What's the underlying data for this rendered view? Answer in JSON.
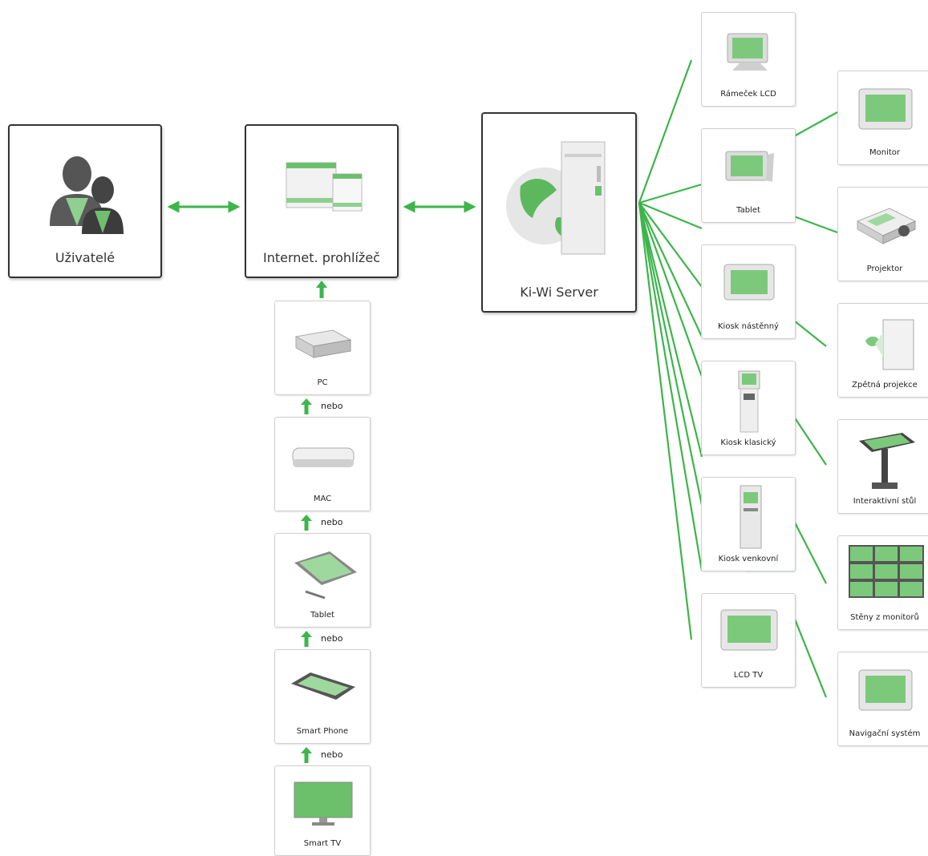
{
  "colors": {
    "accent": "#3cb54a",
    "box_border": "#333333"
  },
  "main": {
    "users": "Uživatelé",
    "browser": "Internet. prohlížeč",
    "server": "Ki-Wi Server"
  },
  "clients": {
    "pc": "PC",
    "mac": "MAC",
    "tablet": "Tablet",
    "phone": "Smart Phone",
    "tv": "Smart TV",
    "or": "nebo"
  },
  "outputs_col1": {
    "lcd_frame": "Rámeček LCD",
    "tablet": "Tablet",
    "kiosk_wall": "Kiosk nástěnný",
    "kiosk_classic": "Kiosk klasický",
    "kiosk_outdoor": "Kiosk venkovní",
    "lcd_tv": "LCD TV"
  },
  "outputs_col2": {
    "monitor": "Monitor",
    "projector": "Projektor",
    "rear_projection": "Zpětná projekce",
    "interactive_table": "Interaktivní stůl",
    "video_wall": "Stěny z monitorů",
    "navigation": "Navigační systém"
  }
}
